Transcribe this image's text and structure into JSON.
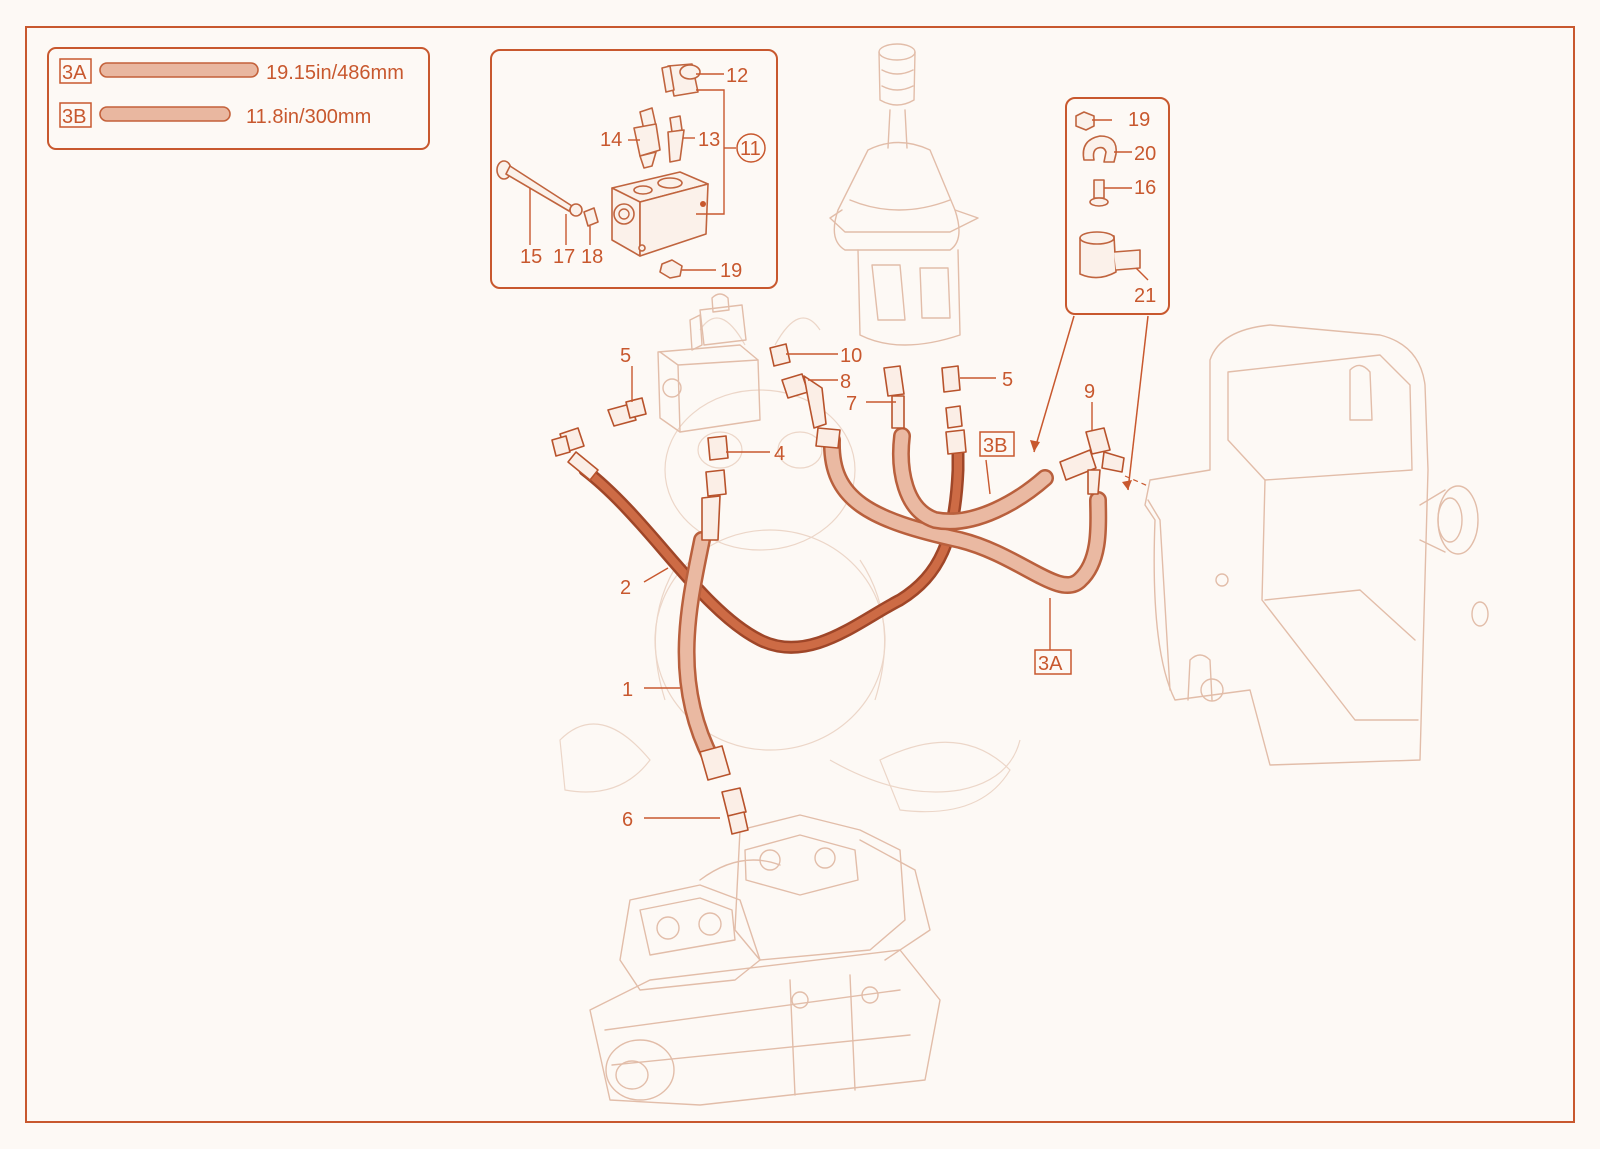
{
  "colors": {
    "accent": "#c8582e",
    "hose_dark": "#c4613a",
    "hose_light": "#e9b7a0",
    "background": "#fdf9f5"
  },
  "legend": {
    "item_3a": {
      "tag": "3A",
      "length": "19.15in/486mm"
    },
    "item_3b": {
      "tag": "3B",
      "length": "11.8in/300mm"
    }
  },
  "inset_valve": {
    "labels": {
      "p12": "12",
      "p13": "13",
      "p14": "14",
      "p11": "11",
      "p15": "15",
      "p17": "17",
      "p18": "18",
      "p19": "19"
    }
  },
  "inset_clamp": {
    "labels": {
      "p19": "19",
      "p20": "20",
      "p16": "16",
      "p21": "21"
    }
  },
  "callouts": {
    "c1": "1",
    "c2": "2",
    "c4": "4",
    "c5a": "5",
    "c5b": "5",
    "c6": "6",
    "c7": "7",
    "c8": "8",
    "c9": "9",
    "c10": "10"
  },
  "hose_tags": {
    "t3a": "3A",
    "t3b": "3B"
  }
}
